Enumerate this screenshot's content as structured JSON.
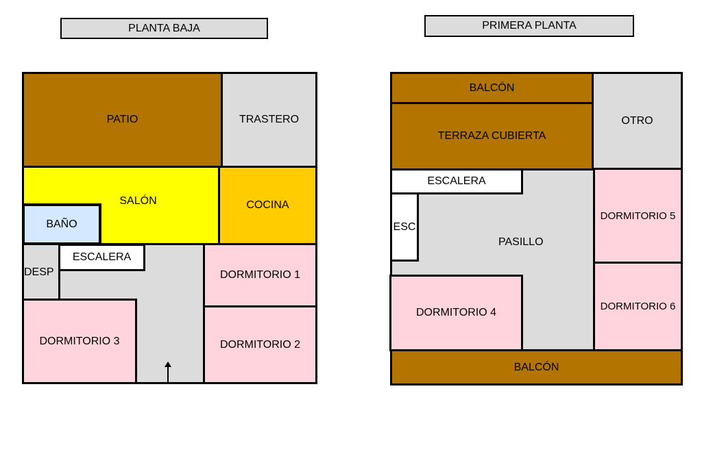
{
  "ground_floor": {
    "title": "PLANTA BAJA",
    "rooms": {
      "patio": "PATIO",
      "trastero": "TRASTERO",
      "salon": "SALÓN",
      "cocina": "COCINA",
      "bano": "BAÑO",
      "desp": "DESP",
      "escalera": "ESCALERA",
      "dorm1": "DORMITORIO 1",
      "dorm2": "DORMITORIO 2",
      "dorm3": "DORMITORIO 3"
    }
  },
  "first_floor": {
    "title": "PRIMERA PLANTA",
    "rooms": {
      "balcon_top": "BALCÓN",
      "terraza": "TERRAZA CUBIERTA",
      "otro": "OTRO",
      "escalera": "ESCALERA",
      "esc": "ESC",
      "pasillo": "PASILLO",
      "dorm4": "DORMITORIO 4",
      "dorm5": "DORMITORIO 5",
      "dorm6": "DORMITORIO 6",
      "balcon_bottom": "BALCÓN"
    }
  },
  "colors": {
    "terrace": "#b37500",
    "circulation": "#dcdcdc",
    "living": "#ffff00",
    "kitchen": "#ffcc00",
    "bedroom": "#ffd4dc",
    "bath": "#d4e8ff"
  }
}
